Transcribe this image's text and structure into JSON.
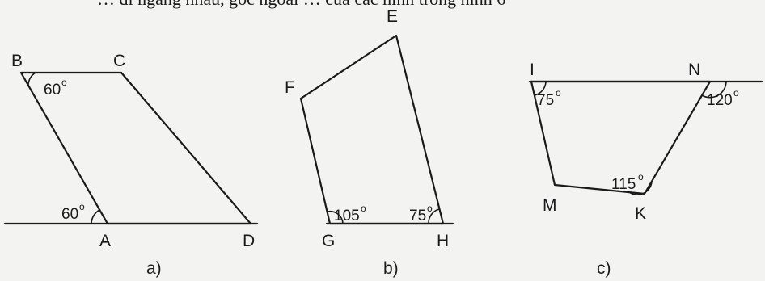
{
  "header_text": "… đi ngang nhau, góc ngoài … của các hình trong hình 6",
  "figures": {
    "a": {
      "caption": "a)",
      "labels": {
        "B": "B",
        "C": "C",
        "A": "A",
        "D": "D"
      },
      "angles": {
        "B": "60",
        "A": "60"
      }
    },
    "b": {
      "caption": "b)",
      "labels": {
        "E": "E",
        "F": "F",
        "G": "G",
        "H": "H"
      },
      "angles": {
        "G": "105",
        "H": "75"
      }
    },
    "c": {
      "caption": "c)",
      "labels": {
        "I": "I",
        "N": "N",
        "M": "M",
        "K": "K"
      },
      "angles": {
        "I": "75",
        "N": "120",
        "K": "115"
      }
    }
  },
  "degree_symbol": "o"
}
